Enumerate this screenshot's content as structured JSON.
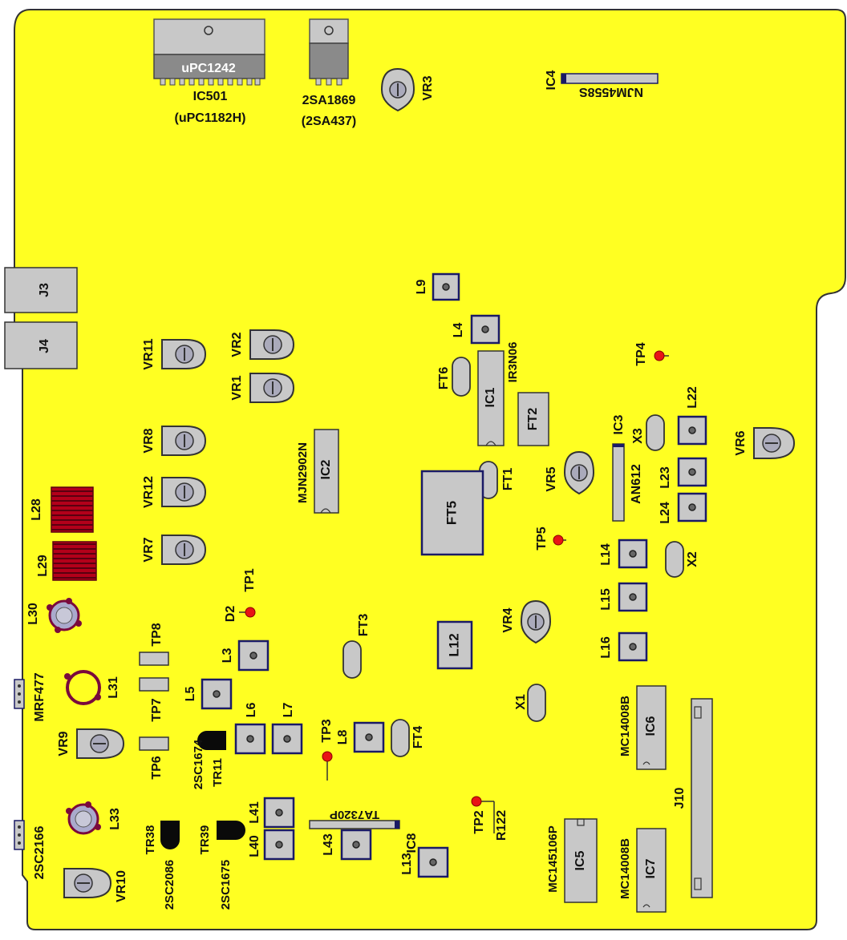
{
  "colors": {
    "board": "#ffff22",
    "board_edge": "#333333",
    "part_fill": "#c8c8c8",
    "part_edge": "#1a1a66",
    "ic_body": "#8a8a8a",
    "test_point": "#e81515",
    "black_transistor": "#0a0a0a",
    "coil_red": "#b3001a",
    "coil_purple": "#7a0a3c",
    "ic4_bar": "#1a1a66"
  },
  "labels": {
    "upc1242": "uPC1242",
    "ic501": "IC501",
    "ic501_alt": "(uPC1182H)",
    "q_2sa1869": "2SA1869",
    "q_2sa437": "(2SA437)",
    "vr3": "VR3",
    "ic4": "IC4",
    "njm4558s": "NJM4558S",
    "j3": "J3",
    "j4": "J4",
    "l9": "L9",
    "l4": "L4",
    "vr11": "VR11",
    "vr2": "VR2",
    "vr1": "VR1",
    "tp4": "TP4",
    "ft6": "FT6",
    "ic1": "IC1",
    "ir3n06": "IR3N06",
    "ft2": "FT2",
    "l22": "L22",
    "ic3": "IC3",
    "x3": "X3",
    "vr6": "VR6",
    "vr8": "VR8",
    "mjn2902n": "MJN2902N",
    "ic2": "IC2",
    "ft1": "FT1",
    "vr5": "VR5",
    "an612": "AN612",
    "l23": "L23",
    "l24": "L24",
    "vr12": "VR12",
    "ft5": "FT5",
    "l28": "L28",
    "vr7": "VR7",
    "tp5": "TP5",
    "l14": "L14",
    "x2": "X2",
    "l29": "L29",
    "tp1": "TP1",
    "d2": "D2",
    "l30": "L30",
    "ft3": "FT3",
    "vr4": "VR4",
    "l12": "L12",
    "l15": "L15",
    "tp8": "TP8",
    "l3": "L3",
    "l16": "L16",
    "mrf477": "MRF477",
    "l31": "L31",
    "l5": "L5",
    "mc14008b_a": "MC14008B",
    "ic6": "IC6",
    "tp7": "TP7",
    "x1": "X1",
    "l6": "L6",
    "l7": "L7",
    "vr9": "VR9",
    "q_2sc1674": "2SC1674",
    "ft4": "FT4",
    "tp3": "TP3",
    "l8": "L8",
    "tr11": "TR11",
    "tp6": "TP6",
    "tp2": "TP2",
    "r122": "R122",
    "j10": "J10",
    "mc145106p": "MC145106P",
    "l41": "L41",
    "ta7320p": "TA7320P",
    "ic8": "IC8",
    "l33": "L33",
    "tr38": "TR38",
    "tr39": "TR39",
    "l40": "L40",
    "l43": "L43",
    "l13": "L13",
    "ic5": "IC5",
    "mc14008b_b": "MC14008B",
    "ic7": "IC7",
    "q_2sc2166": "2SC2166",
    "q_2sc2086": "2SC2086",
    "q_2sc1675": "2SC1675",
    "vr10": "VR10"
  }
}
